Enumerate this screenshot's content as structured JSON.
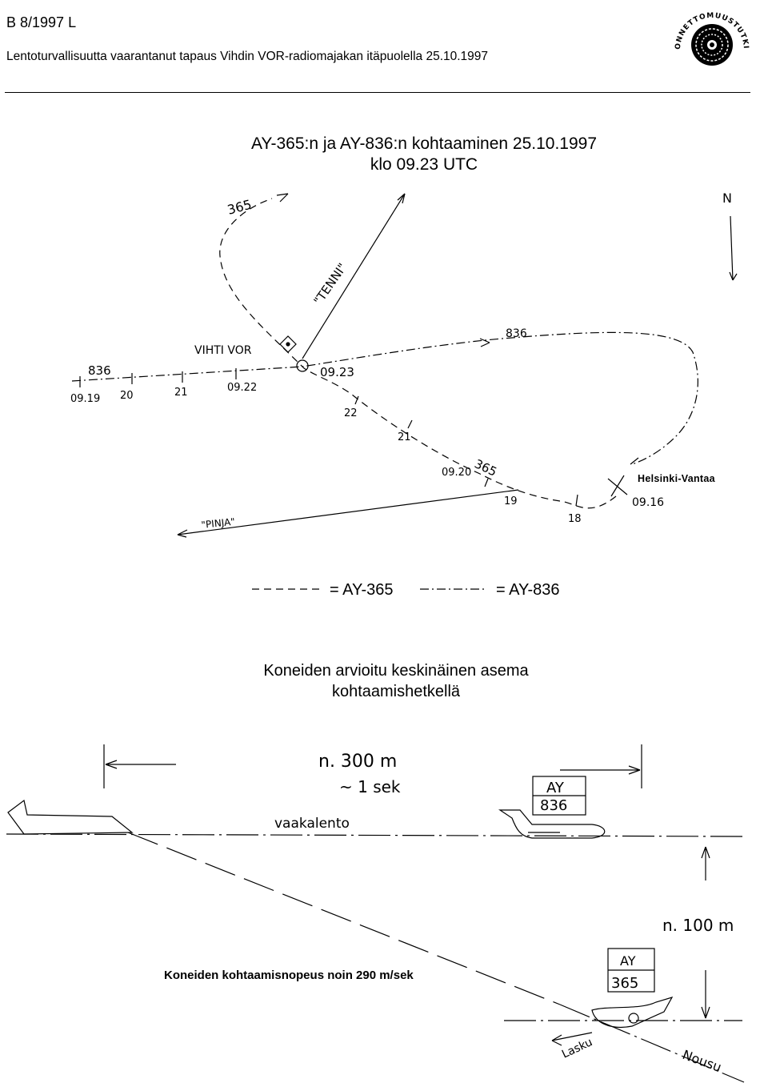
{
  "header": {
    "report_code": "B 8/1997 L",
    "report_title": "Lentoturvallisuutta vaarantanut tapaus Vihdin VOR-radiomajakan itäpuolella 25.10.1997",
    "logo_text": "ONNETTOMUUSTUTKINTAKESKUS"
  },
  "map": {
    "title_line1": "AY-365:n ja AY-836:n kohtaaminen 25.10.1997",
    "title_line2": "klo 09.23 UTC",
    "north_label": "N",
    "vor_label": "VIHTI VOR",
    "route_tenni": "\"TENNI\"",
    "route_pinja": "\"PINJA\"",
    "airport_label": "Helsinki-Vantaa",
    "flight_365_top": "365",
    "flight_365_mid": "365",
    "flight_836_left": "836",
    "flight_836_right": "836",
    "time_0919": "09.19",
    "min_20": "20",
    "min_21_left": "21",
    "time_0922": "09.22",
    "time_0923": "09.23",
    "min_22": "22",
    "min_21_right": "21",
    "time_0920": "09.20",
    "min_19": "19",
    "min_18": "18",
    "time_0916": "09.16"
  },
  "legend": {
    "ay365": "= AY-365",
    "ay836": "= AY-836"
  },
  "profile": {
    "caption_line1": "Koneiden arvioitu keskinäinen asema",
    "caption_line2": "kohtaamishetkellä",
    "distance": "n. 300 m",
    "time_sep": "~ 1 sek",
    "horizontal_label": "vaakalento",
    "aircraft_836_line1": "AY",
    "aircraft_836_line2": "836",
    "aircraft_365_line1": "AY",
    "aircraft_365_line2": "365",
    "vertical_sep": "n. 100 m",
    "descent_label": "Lasku",
    "climb_label": "Nousu",
    "speed_note": "Koneiden kohtaamisnopeus noin 290 m/sek"
  }
}
